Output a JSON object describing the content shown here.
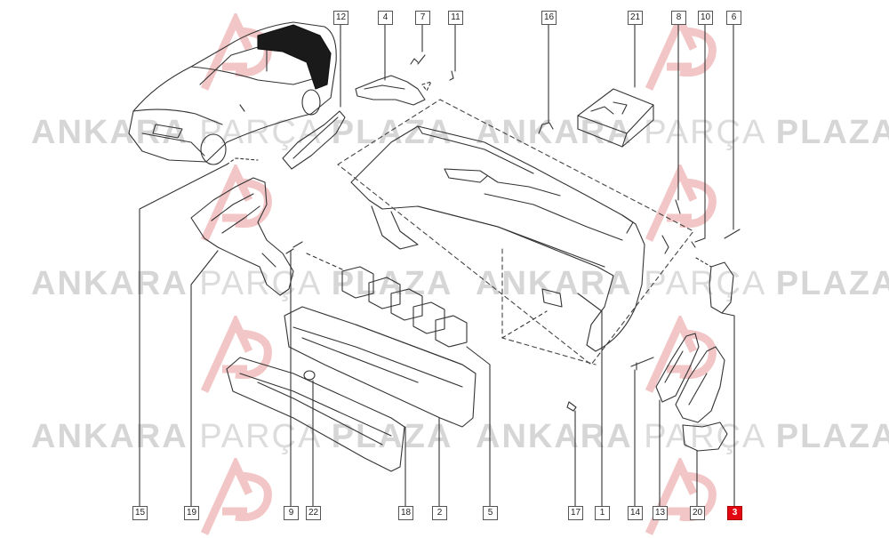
{
  "watermark": {
    "word1": "ANKARA",
    "word2": "PARÇA",
    "word3": "PLAZA"
  },
  "callouts": {
    "c12": "12",
    "c4": "4",
    "c7": "7",
    "c11": "11",
    "c16": "16",
    "c21": "21",
    "c8": "8",
    "c10": "10",
    "c6": "6",
    "c15": "15",
    "c19": "19",
    "c9": "9",
    "c22": "22",
    "c18": "18",
    "c2": "2",
    "c5": "5",
    "c17": "17",
    "c1": "1",
    "c14": "14",
    "c13": "13",
    "c20": "20",
    "c3": "3"
  },
  "colors": {
    "highlight": "#e30613",
    "line": "#333333",
    "watermark": "#d6d6d6",
    "logo_red": "#f4b8b8"
  }
}
